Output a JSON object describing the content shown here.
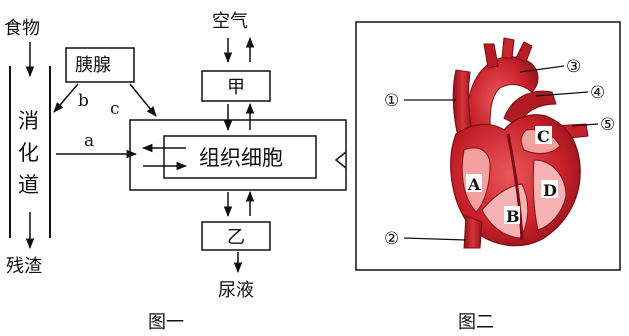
{
  "figure1": {
    "food": "食物",
    "pancreas": "胰腺",
    "digestive_tract": [
      "消",
      "化",
      "道"
    ],
    "residue": "残渣",
    "air": "空气",
    "jia": "甲",
    "tissue_cells": "组织细胞",
    "yi": "乙",
    "urine": "尿液",
    "letter_a": "a",
    "letter_b": "b",
    "letter_c": "c",
    "caption": "图一"
  },
  "figure2": {
    "markers": [
      "①",
      "②",
      "③",
      "④",
      "⑤"
    ],
    "chambers": [
      "A",
      "B",
      "C",
      "D"
    ],
    "caption": "图二"
  },
  "colors": {
    "heart_red": "#c8202a",
    "heart_dark": "#7a0e14",
    "heart_light": "#e8585a",
    "line": "#111111"
  }
}
